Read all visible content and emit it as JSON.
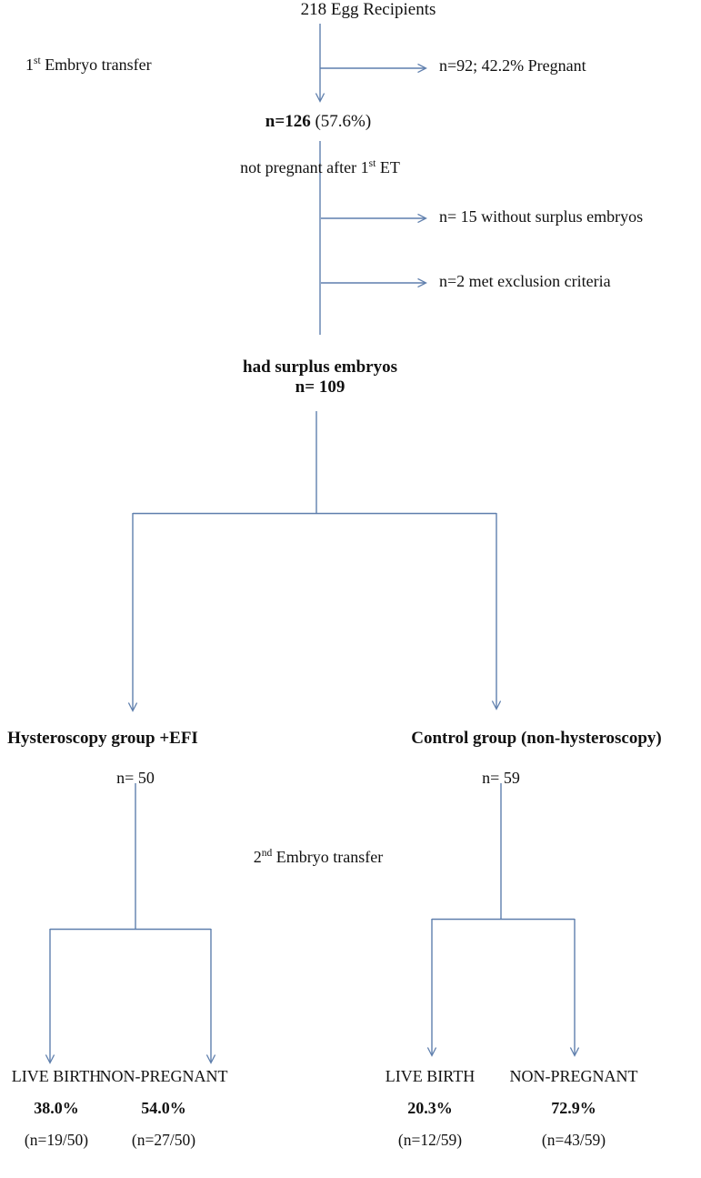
{
  "diagram": {
    "title": "Egg recipient embryo transfer study flow",
    "line_color": "#5f7fad",
    "text_color": "#111111",
    "background": "#ffffff"
  },
  "nodes": {
    "root": "218   Egg Recipients",
    "first_transfer_label": "1",
    "first_transfer_label_sup": "st",
    "first_transfer_label_rest": " Embryo transfer",
    "pregnant_branch": "n=92; 42.2% Pregnant",
    "not_pregnant_count_bold": "n=126",
    "not_pregnant_count_rest": " (57.6%)",
    "not_pregnant_desc_a": "not pregnant after 1",
    "not_pregnant_desc_sup": "st",
    "not_pregnant_desc_b": " ET",
    "excluded_no_surplus": "n= 15 without surplus embryos",
    "excluded_criteria": "n=2 met exclusion criteria",
    "surplus_line1": "had surplus embryos",
    "surplus_line2": "n= 109",
    "second_transfer_a": "2",
    "second_transfer_sup": "nd",
    "second_transfer_b": "  Embryo transfer"
  },
  "groups": [
    {
      "name": "Hysteroscopy group +EFI",
      "count": "n= 50",
      "outcomes": [
        {
          "label": "LIVE BIRTH",
          "percent": "38.0%",
          "fraction": "(n=19/50)"
        },
        {
          "label": "NON-PREGNANT",
          "percent": "54.0%",
          "fraction": "(n=27/50)"
        }
      ]
    },
    {
      "name": "Control group (non-hysteroscopy)",
      "count": "n= 59",
      "outcomes": [
        {
          "label": "LIVE BIRTH",
          "percent": "20.3%",
          "fraction": "(n=12/59)"
        },
        {
          "label": "NON-PREGNANT",
          "percent": "72.9%",
          "fraction": "(n=43/59)"
        }
      ]
    }
  ],
  "chart_data": {
    "type": "diagram",
    "title": "Egg recipient embryo transfer study flow",
    "total_recipients": 218,
    "first_et_pregnant_n": 92,
    "first_et_pregnant_pct": 42.2,
    "first_et_not_pregnant_n": 126,
    "first_et_not_pregnant_pct": 57.6,
    "excluded_no_surplus_embryos_n": 15,
    "excluded_met_exclusion_criteria_n": 2,
    "had_surplus_embryos_n": 109,
    "arms": [
      {
        "name": "Hysteroscopy group +EFI",
        "n": 50,
        "live_birth_n": 19,
        "live_birth_pct": 38.0,
        "non_pregnant_n": 27,
        "non_pregnant_pct": 54.0
      },
      {
        "name": "Control group (non-hysteroscopy)",
        "n": 59,
        "live_birth_n": 12,
        "live_birth_pct": 20.3,
        "non_pregnant_n": 43,
        "non_pregnant_pct": 72.9
      }
    ]
  }
}
